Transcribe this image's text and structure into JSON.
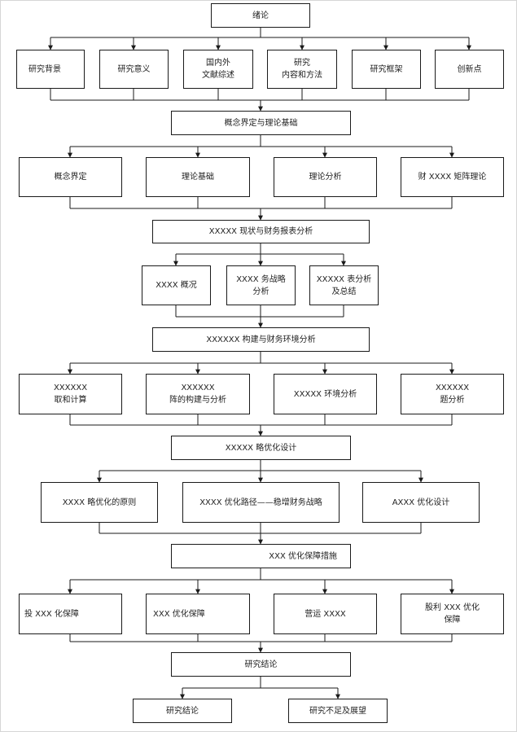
{
  "diagram": {
    "nodes": {
      "n01": {
        "label": "绪论"
      },
      "n02": {
        "label": "研究背景"
      },
      "n03": {
        "label": "研究意义"
      },
      "n04": {
        "label": "国内外\n文献综述"
      },
      "n05": {
        "label": "研究\n内容和方法"
      },
      "n06": {
        "label": "研究框架"
      },
      "n07": {
        "label": "创新点"
      },
      "n08": {
        "label": "概念界定与理论基础"
      },
      "n09": {
        "label": "概念界定"
      },
      "n10": {
        "label": "理论基础"
      },
      "n11": {
        "label": "理论分析"
      },
      "n12": {
        "label": "财 XXXX 矩阵理论"
      },
      "n13": {
        "label": "XXXXX 现状与财务报表分析"
      },
      "n14": {
        "label": "XXXX 概况"
      },
      "n15": {
        "label": "XXXX 务战略\n分析"
      },
      "n16": {
        "label": "XXXXX 表分析\n及总结"
      },
      "n17": {
        "label": "XXXXXX 构建与财务环境分析"
      },
      "n18": {
        "label": "XXXXXX\n取和计算"
      },
      "n19": {
        "label": "XXXXXX\n阵的构建与分析"
      },
      "n20": {
        "label": "XXXXX 环境分析"
      },
      "n21": {
        "label": "XXXXXX\n题分析"
      },
      "n22": {
        "label": "XXXXX 略优化设计"
      },
      "n23": {
        "label": "XXXX 略优化的原则"
      },
      "n24": {
        "label": "XXXX 优化路径——稳增财务战略"
      },
      "n25": {
        "label": "AXXX 优化设计"
      },
      "n26": {
        "label": "XXX 优化保障措施"
      },
      "n27": {
        "label": "投 XXX 化保障"
      },
      "n28": {
        "label": "XXX 优化保障"
      },
      "n29": {
        "label": "营运 XXXX"
      },
      "n30": {
        "label": "股利 XXX 优化\n保障"
      },
      "n31": {
        "label": "研究结论"
      },
      "n32": {
        "label": "研究结论"
      },
      "n33": {
        "label": "研究不足及展望"
      }
    }
  }
}
